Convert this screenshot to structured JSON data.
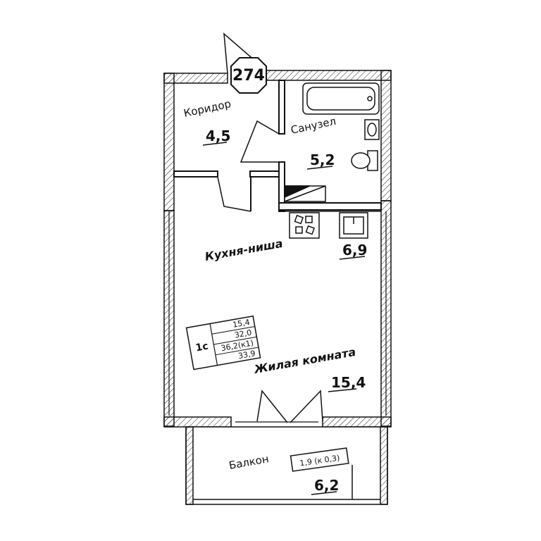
{
  "apartment_number": "274",
  "rooms": {
    "corridor": {
      "name": "Коридор",
      "area": "4,5"
    },
    "bathroom": {
      "name": "Санузел",
      "area": "5,2"
    },
    "kitchen": {
      "name": "Кухня-ниша",
      "area": "6,9"
    },
    "living": {
      "name": "Жилая комната",
      "area": "15,4"
    },
    "balcony": {
      "name": "Балкон",
      "area": "6,2",
      "coef": "1,9 (к 0,3)"
    }
  },
  "summary": {
    "type": "1с",
    "living_area": "15,4",
    "total_area": "32,0",
    "total_with_coef": "36,2(к1)",
    "total_alt": "33,9"
  }
}
